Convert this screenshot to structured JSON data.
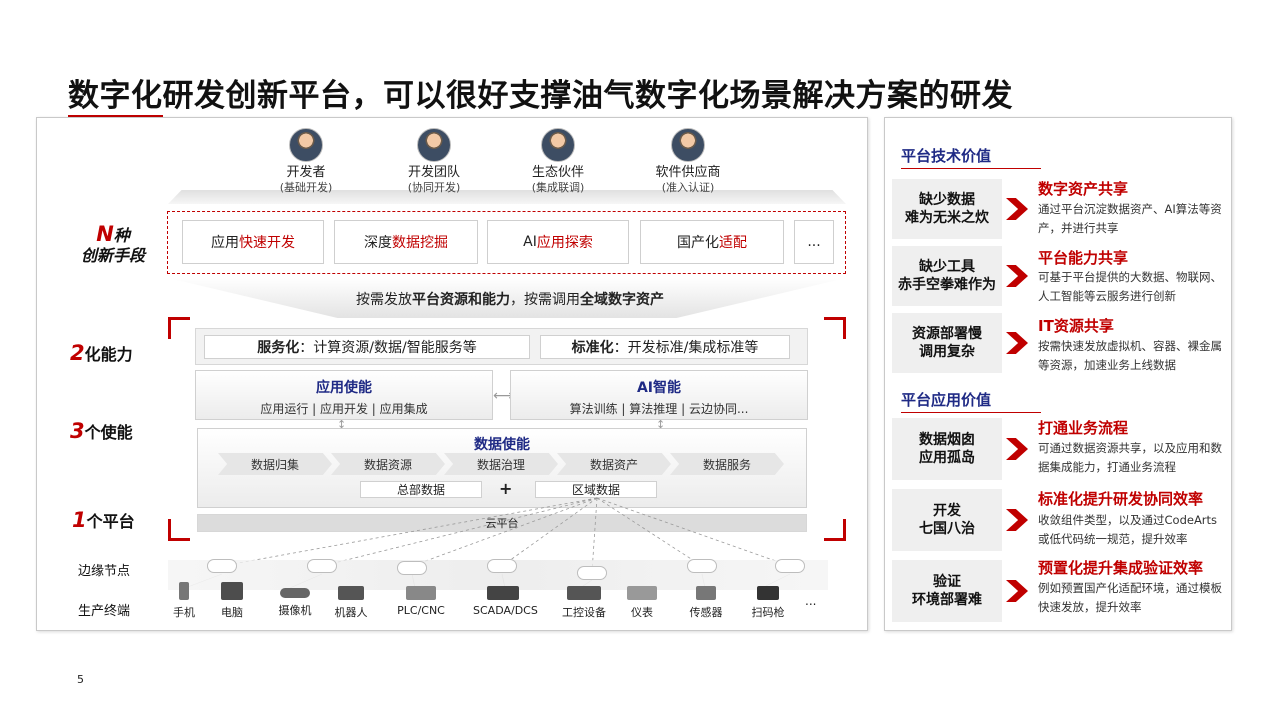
{
  "title": {
    "part1": "数字化",
    "part2": "研发创新平台，可以很好支撑油气数字化场景解决方案的研发"
  },
  "roles": [
    {
      "name": "开发者",
      "sub": "(基础开发)"
    },
    {
      "name": "开发团队",
      "sub": "(协同开发)"
    },
    {
      "name": "生态伙伴",
      "sub": "(集成联调)"
    },
    {
      "name": "软件供应商",
      "sub": "(准入认证)"
    }
  ],
  "side_labels": {
    "n_num": "N",
    "n_word": "种",
    "n_line2": "创新手段",
    "c2_num": "2",
    "c2_word": "化能力",
    "c3_num": "3",
    "c3_word": "个使能",
    "c1_num": "1",
    "c1_word": "个平台",
    "edge": "边缘节点",
    "terminal": "生产终端"
  },
  "means": [
    {
      "pre": "应用",
      "hl": "快速开发",
      "post": ""
    },
    {
      "pre": "深度",
      "hl": "数据挖掘",
      "post": ""
    },
    {
      "pre": "AI",
      "hl": "应用探索",
      "post": ""
    },
    {
      "pre": "国产化",
      "hl": "适配",
      "post": ""
    },
    {
      "pre": "...",
      "hl": "",
      "post": ""
    }
  ],
  "open_line": {
    "a": "按需发放",
    "b": "平台资源和能力",
    "c": "，按需调用",
    "d": "全域数字资产"
  },
  "capabilities": {
    "service_bold": "服务化",
    "service_text": "：计算资源/数据/智能服务等",
    "standard_bold": "标准化",
    "standard_text": "：开发标准/集成标准等"
  },
  "enablers": {
    "app_title": "应用使能",
    "app_sub": "应用运行 | 应用开发 | 应用集成",
    "ai_title": "AI智能",
    "ai_sub": "算法训练 | 算法推理 | 云边协同...",
    "data_title": "数据使能",
    "data_steps": [
      "数据归集",
      "数据资源",
      "数据治理",
      "数据资产",
      "数据服务"
    ],
    "hq_data": "总部数据",
    "plus": "+",
    "region_data": "区域数据"
  },
  "cloud_platform": "云平台",
  "devices": [
    "手机",
    "电脑",
    "摄像机",
    "机器人",
    "PLC/CNC",
    "SCADA/DCS",
    "工控设备",
    "仪表",
    "传感器",
    "扫码枪"
  ],
  "devices_more": "...",
  "right": {
    "tech_title": "平台技术价值",
    "app_title": "平台应用价值",
    "items": [
      {
        "problem": [
          "缺少数据",
          "难为无米之炊"
        ],
        "title": "数字资产共享",
        "desc": "通过平台沉淀数据资产、AI算法等资产，并进行共享"
      },
      {
        "problem": [
          "缺少工具",
          "赤手空拳难作为"
        ],
        "title": "平台能力共享",
        "desc": "可基于平台提供的大数据、物联网、人工智能等云服务进行创新"
      },
      {
        "problem": [
          "资源部署慢",
          "调用复杂"
        ],
        "title": "IT资源共享",
        "desc": "按需快速发放虚拟机、容器、裸金属等资源，加速业务上线数据"
      },
      {
        "problem": [
          "数据烟囱",
          "应用孤岛"
        ],
        "title": "打通业务流程",
        "desc": "可通过数据资源共享，以及应用和数据集成能力，打通业务流程"
      },
      {
        "problem": [
          "开发",
          "七国八治"
        ],
        "title": "标准化提升研发协同效率",
        "desc": "收敛组件类型，以及通过CodeArts或低代码统一规范，提升效率"
      },
      {
        "problem": [
          "验证",
          "环境部署难"
        ],
        "title": "预置化提升集成验证效率",
        "desc": "例如预置国产化适配环境，通过模板快速发放，提升效率"
      }
    ]
  },
  "page_number": "5",
  "colors": {
    "accent": "#c00000",
    "navy": "#1f2a85"
  }
}
